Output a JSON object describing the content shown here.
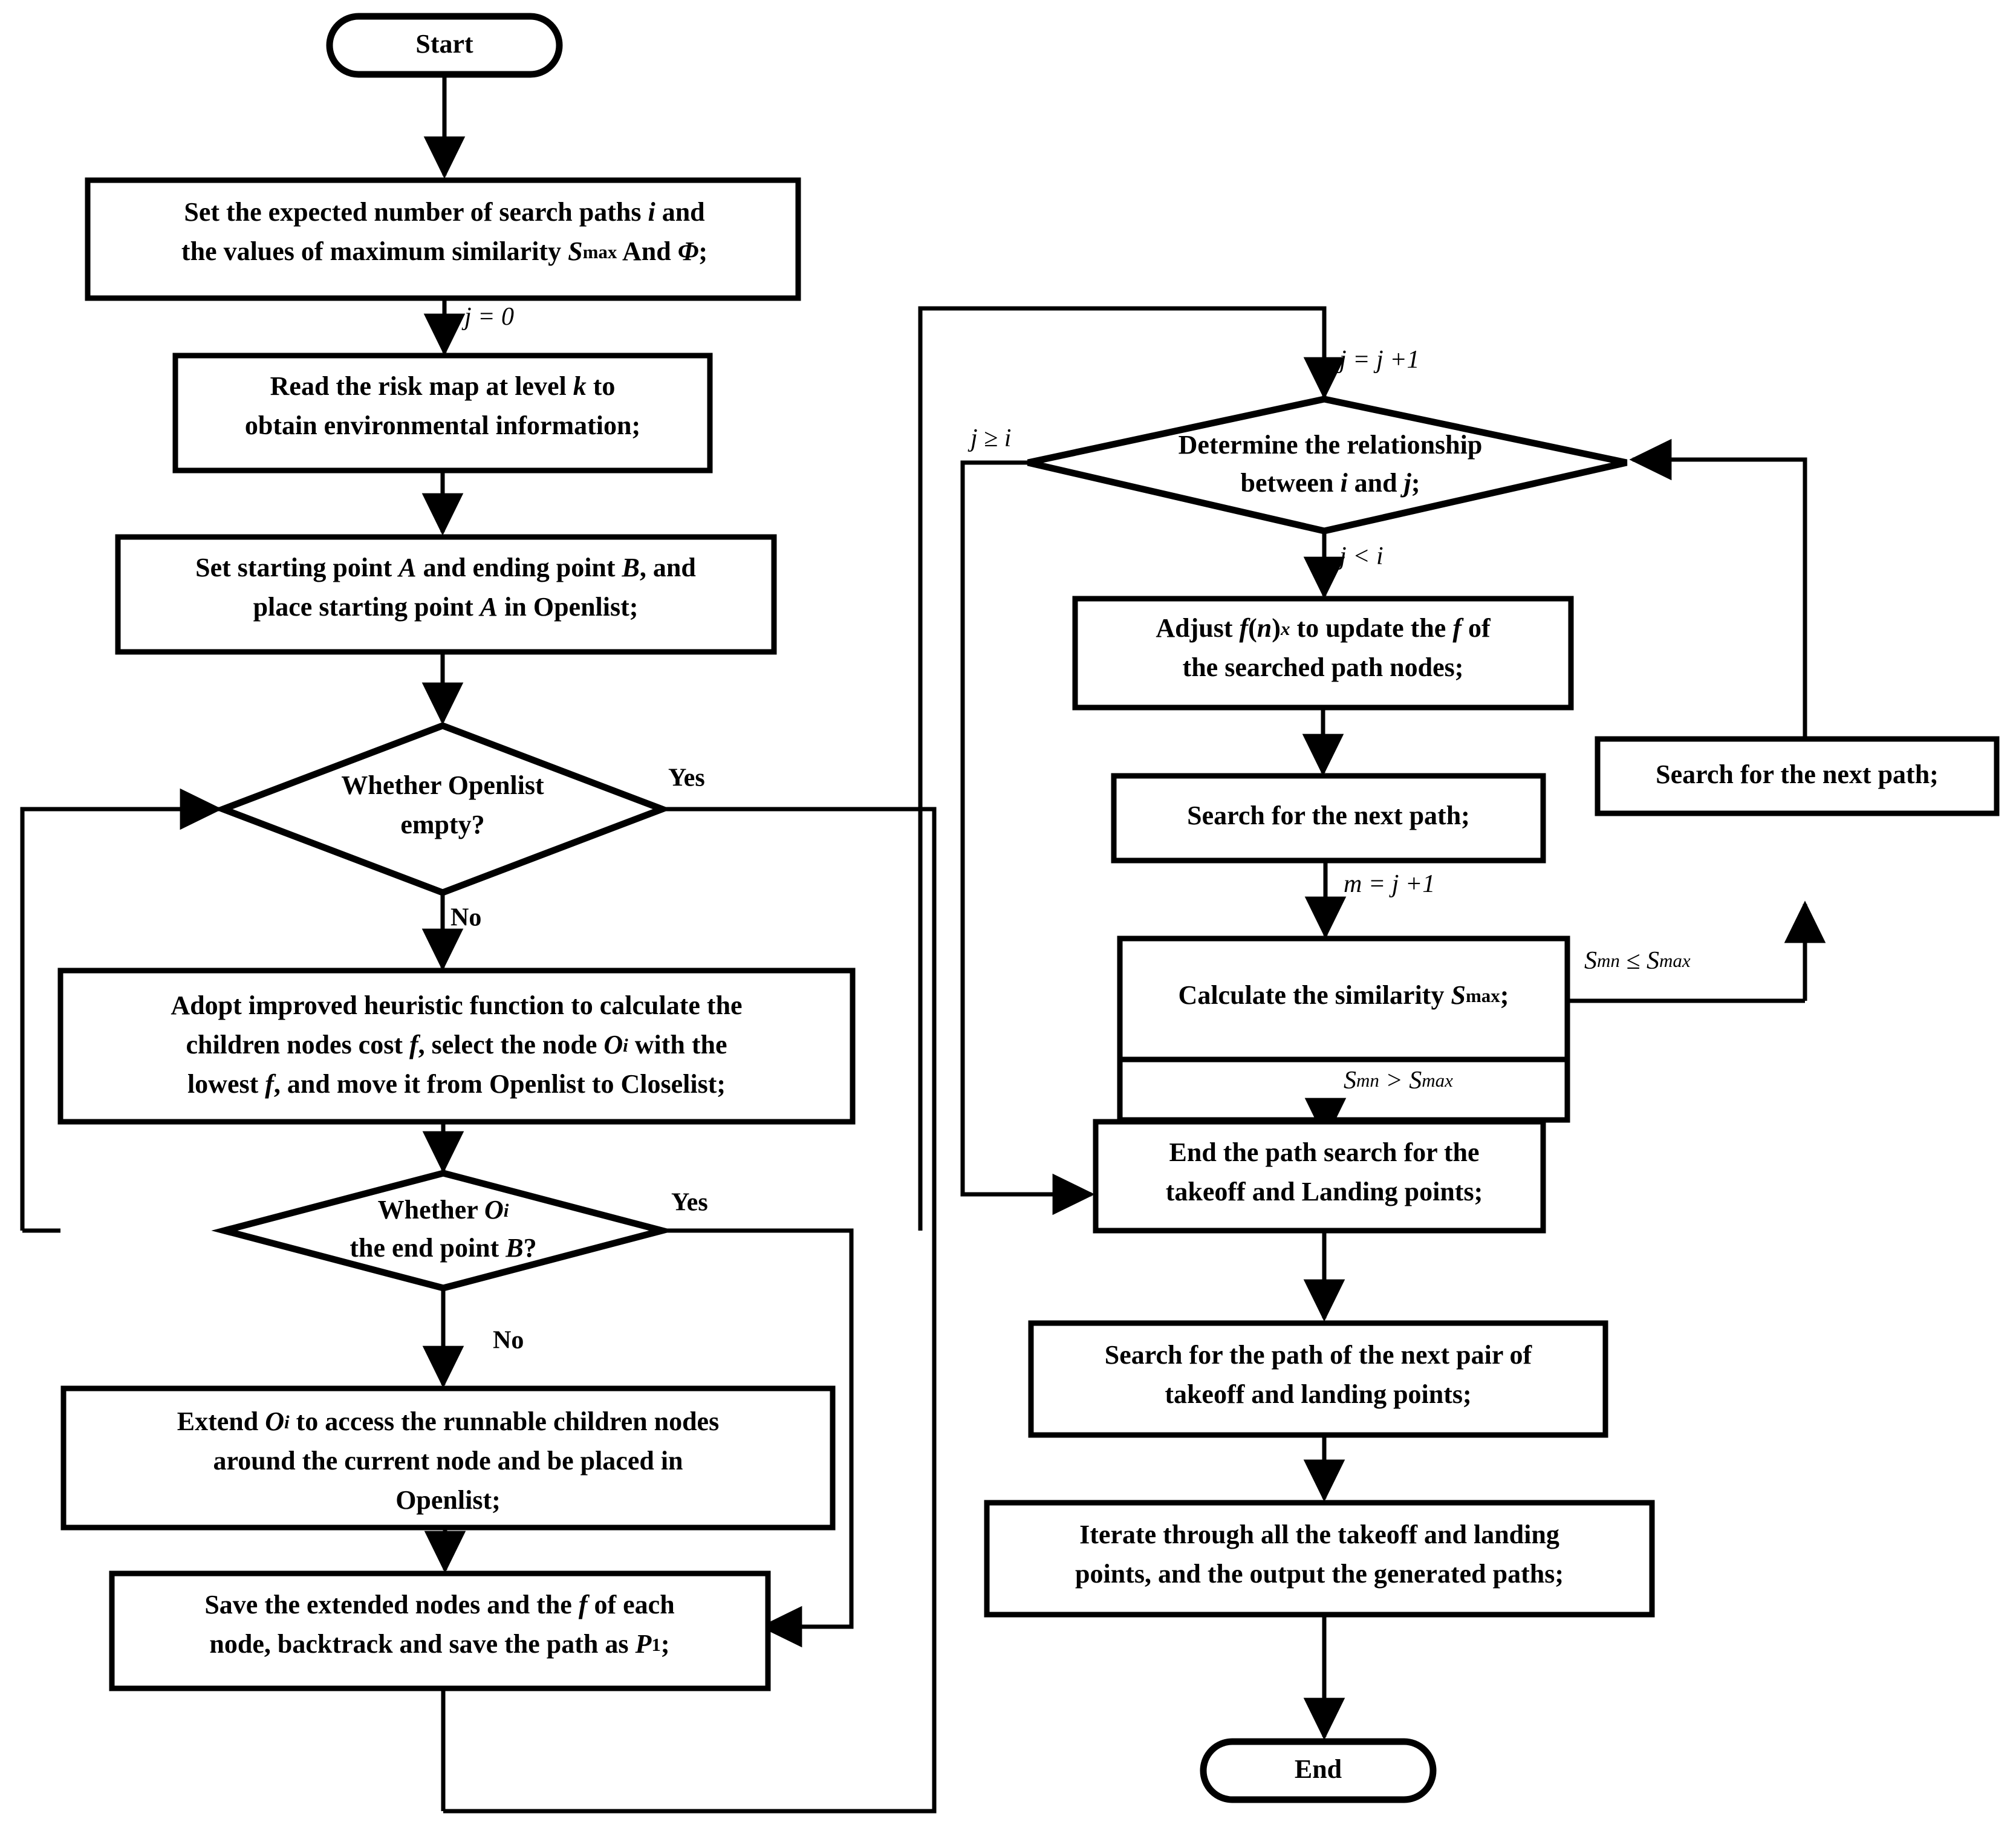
{
  "diagram": {
    "title": "Path planning algorithm flowchart",
    "type": "flowchart",
    "background_color": "#ffffff",
    "line_color": "#000000"
  },
  "nodes": {
    "start": {
      "label": "Start",
      "shape": "terminal"
    },
    "set_params_l1": "Set the expected number of search paths i and",
    "set_params_l2": "the values of maximum similarity Smax And Φ;",
    "read_map_l1": "Read the risk map at level k to",
    "read_map_l2": "obtain environmental information;",
    "set_points_l1": "Set starting point A and ending point B, and",
    "set_points_l2": "place starting point A in Openlist;",
    "openlist_empty_l1": "Whether Openlist",
    "openlist_empty_l2": "empty?",
    "heuristic_l1": "Adopt improved heuristic function to calculate the",
    "heuristic_l2": "children nodes cost f, select the node Oi with the",
    "heuristic_l3": "lowest f, and move it from Openlist to Closelist;",
    "is_end_point_l1": "Whether Oi",
    "is_end_point_l2": "the end point B?",
    "extend_l1": "Extend Oi to access the runnable children nodes",
    "extend_l2": "around the current node and be placed in",
    "extend_l3": "Openlist;",
    "save_nodes_l1": "Save the extended nodes and the f of each",
    "save_nodes_l2": "node, backtrack and save the path as P1;",
    "determine_rel_l1": "Determine the relationship",
    "determine_rel_l2": "between i and j;",
    "adjust_fn_l1": "Adjust  f(n)x to update the f of",
    "adjust_fn_l2": "the searched path nodes;",
    "search_next_path_mid": "Search for the next path;",
    "search_next_path_right": "Search for the next path;",
    "calc_similarity": "Calculate the similarity Smax;",
    "end_path_search_l1": "End the path search for the",
    "end_path_search_l2": "takeoff and Landing points;",
    "search_next_pair_l1": "Search for the path of the next pair of",
    "search_next_pair_l2": "takeoff and landing points;",
    "iterate_all_l1": "Iterate through all the takeoff and landing",
    "iterate_all_l2": "points, and the output the generated paths;",
    "end": {
      "label": "End",
      "shape": "terminal"
    }
  },
  "edge_labels": {
    "j_eq_0": "j = 0",
    "yes_openlist": "Yes",
    "no_openlist": "No",
    "yes_endpoint": "Yes",
    "no_endpoint": "No",
    "j_eq_j_plus_1": "j = j+1",
    "j_ge_i": "j ≥ i",
    "j_lt_i": "j < i",
    "m_eq_j_plus_1": "m = j+1",
    "s_le_smax": "Smn ≤ Smax",
    "s_gt_smax": "Smn > Smax"
  }
}
